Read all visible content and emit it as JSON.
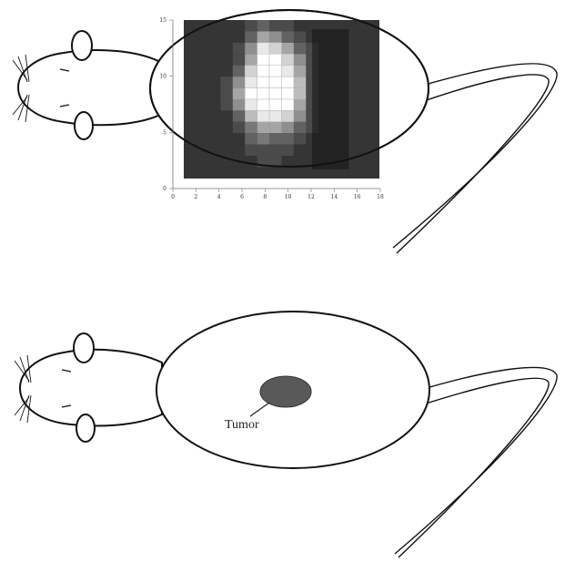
{
  "top_panel": {
    "heatmap": {
      "x_ticks": [
        "0",
        "2",
        "4",
        "6",
        "8",
        "10",
        "12",
        "14",
        "16",
        "18"
      ],
      "y_ticks": [
        "15",
        "10",
        "5",
        "0"
      ],
      "colors": {
        "background": "#2e2e2e",
        "hot": "#ffffff",
        "dark_band": "#141414"
      },
      "intensity_grid": [
        [
          1,
          1,
          1,
          1,
          1,
          2,
          3,
          2,
          2,
          1,
          1,
          1,
          1,
          1,
          1,
          1
        ],
        [
          1,
          1,
          1,
          1,
          1,
          3,
          6,
          5,
          3,
          2,
          1,
          1,
          1,
          1,
          1,
          1
        ],
        [
          1,
          1,
          1,
          1,
          2,
          5,
          9,
          8,
          6,
          3,
          2,
          1,
          1,
          1,
          1,
          1
        ],
        [
          1,
          1,
          1,
          1,
          2,
          6,
          10,
          10,
          8,
          5,
          2,
          1,
          1,
          1,
          1,
          1
        ],
        [
          1,
          1,
          1,
          1,
          3,
          8,
          10,
          10,
          9,
          6,
          2,
          1,
          1,
          1,
          1,
          1
        ],
        [
          1,
          1,
          1,
          2,
          5,
          9,
          10,
          10,
          10,
          7,
          2,
          1,
          1,
          1,
          1,
          1
        ],
        [
          1,
          1,
          1,
          2,
          6,
          10,
          10,
          10,
          10,
          7,
          2,
          1,
          1,
          1,
          1,
          1
        ],
        [
          1,
          1,
          1,
          2,
          5,
          9,
          10,
          10,
          10,
          6,
          2,
          1,
          1,
          1,
          1,
          1
        ],
        [
          1,
          1,
          1,
          1,
          3,
          7,
          9,
          9,
          8,
          5,
          2,
          1,
          1,
          1,
          1,
          1
        ],
        [
          1,
          1,
          1,
          1,
          2,
          4,
          6,
          6,
          5,
          3,
          2,
          1,
          1,
          1,
          1,
          1
        ],
        [
          1,
          1,
          1,
          1,
          1,
          3,
          4,
          3,
          3,
          2,
          1,
          1,
          1,
          1,
          1,
          1
        ],
        [
          1,
          1,
          1,
          1,
          1,
          2,
          2,
          2,
          2,
          1,
          1,
          1,
          1,
          1,
          1,
          1
        ],
        [
          1,
          1,
          1,
          1,
          1,
          1,
          2,
          2,
          1,
          1,
          1,
          1,
          1,
          1,
          1,
          1
        ],
        [
          1,
          1,
          1,
          1,
          1,
          1,
          1,
          1,
          1,
          1,
          1,
          1,
          1,
          1,
          1,
          1
        ]
      ]
    }
  },
  "bottom_panel": {
    "tumor_label": "Tumor",
    "tumor_color": "#595959"
  }
}
